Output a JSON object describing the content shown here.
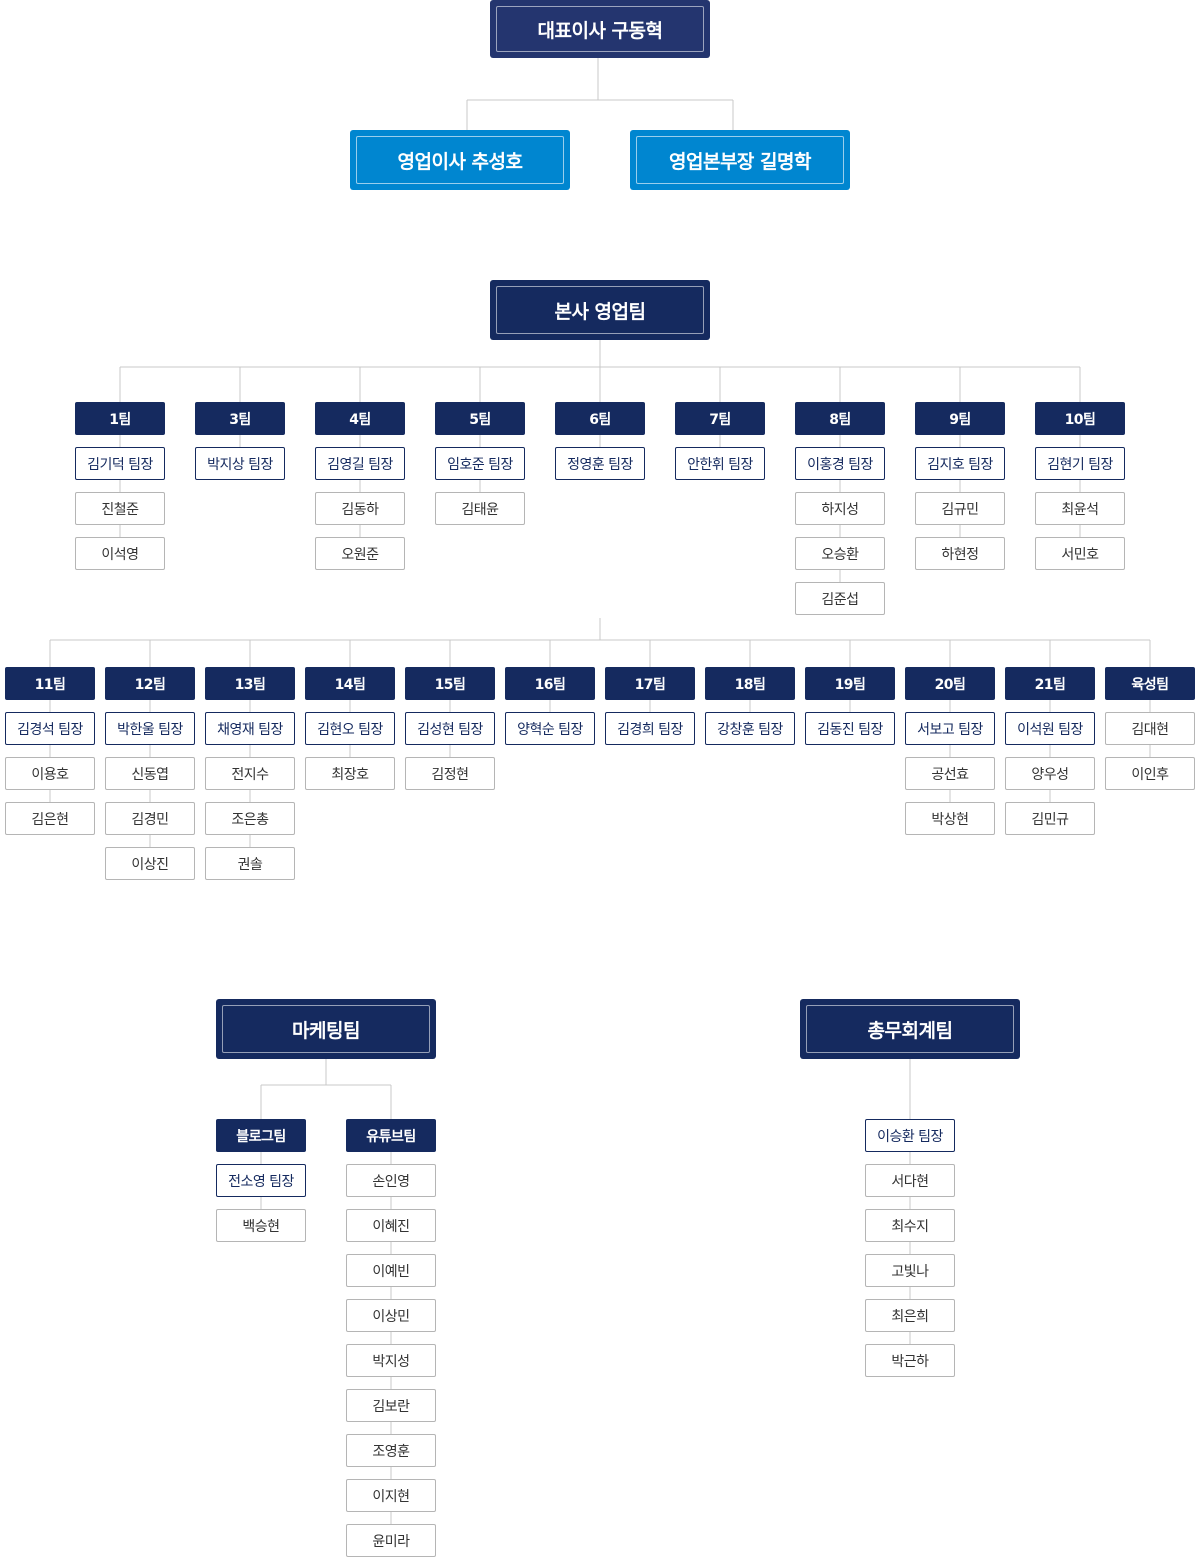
{
  "ceo": "대표이사 구동혁",
  "directors": [
    "영업이사 추성호",
    "영업본부장 길명학"
  ],
  "sales": {
    "title": "본사 영업팀",
    "row1": [
      {
        "team": "1팀",
        "leader": "김기덕 팀장",
        "members": [
          "진철준",
          "이석영"
        ]
      },
      {
        "team": "3팀",
        "leader": "박지상 팀장",
        "members": []
      },
      {
        "team": "4팀",
        "leader": "김영길 팀장",
        "members": [
          "김동하",
          "오원준"
        ]
      },
      {
        "team": "5팀",
        "leader": "임호준 팀장",
        "members": [
          "김태윤"
        ]
      },
      {
        "team": "6팀",
        "leader": "정영훈 팀장",
        "members": []
      },
      {
        "team": "7팀",
        "leader": "안한휘 팀장",
        "members": []
      },
      {
        "team": "8팀",
        "leader": "이홍경 팀장",
        "members": [
          "하지성",
          "오승환",
          "김준섭"
        ]
      },
      {
        "team": "9팀",
        "leader": "김지호 팀장",
        "members": [
          "김규민",
          "하현정"
        ]
      },
      {
        "team": "10팀",
        "leader": "김현기 팀장",
        "members": [
          "최윤석",
          "서민호"
        ]
      }
    ],
    "row2": [
      {
        "team": "11팀",
        "leader": "김경석 팀장",
        "members": [
          "이용호",
          "김은현"
        ]
      },
      {
        "team": "12팀",
        "leader": "박한울 팀장",
        "members": [
          "신동엽",
          "김경민",
          "이상진"
        ]
      },
      {
        "team": "13팀",
        "leader": "채영재 팀장",
        "members": [
          "전지수",
          "조은총",
          "권솔"
        ]
      },
      {
        "team": "14팀",
        "leader": "김현오 팀장",
        "members": [
          "최장호"
        ]
      },
      {
        "team": "15팀",
        "leader": "김성현 팀장",
        "members": [
          "김정현"
        ]
      },
      {
        "team": "16팀",
        "leader": "양혁순 팀장",
        "members": []
      },
      {
        "team": "17팀",
        "leader": "김경희 팀장",
        "members": []
      },
      {
        "team": "18팀",
        "leader": "강창훈 팀장",
        "members": []
      },
      {
        "team": "19팀",
        "leader": "김동진 팀장",
        "members": []
      },
      {
        "team": "20팀",
        "leader": "서보고 팀장",
        "members": [
          "공선효",
          "박상현"
        ]
      },
      {
        "team": "21팀",
        "leader": "이석원 팀장",
        "members": [
          "양우성",
          "김민규"
        ]
      },
      {
        "team": "육성팀",
        "leader": "",
        "members": [
          "김대현",
          "이인후"
        ]
      }
    ]
  },
  "marketing": {
    "title": "마케팅팀",
    "teams": [
      {
        "team": "블로그팀",
        "leader": "전소영 팀장",
        "members": [
          "백승현"
        ]
      },
      {
        "team": "유튜브팀",
        "leader": "",
        "members": [
          "손인영",
          "이혜진",
          "이예빈",
          "이상민",
          "박지성",
          "김보란",
          "조영훈",
          "이지현",
          "윤미라"
        ]
      }
    ]
  },
  "admin": {
    "title": "총무회계팀",
    "leader": "이승환 팀장",
    "members": [
      "서다현",
      "최수지",
      "고빛나",
      "최은희",
      "박근하"
    ]
  }
}
